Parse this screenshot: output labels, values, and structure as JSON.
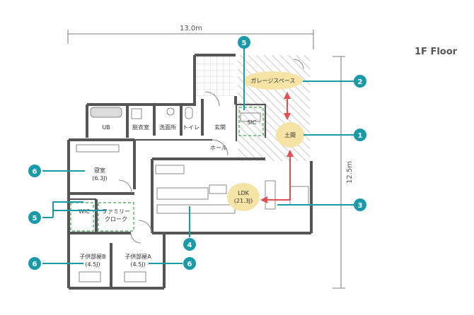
{
  "floor_label": "1F Floor",
  "dimensions": {
    "width": "13.0m",
    "depth": "12.5m"
  },
  "rooms": {
    "ub": "UB",
    "dressing": "脱衣室",
    "washroom": "洗面所",
    "toilet": "トイレ",
    "entrance": "玄関",
    "sic": "SIC",
    "hall": "ホール",
    "garage_space": "ガレージスペース",
    "doma": "土間",
    "ldk_name": "LDK",
    "ldk_size": "(21.3J)",
    "bedroom_name": "寝室",
    "bedroom_size": "(6.3J)",
    "wic": "WIC",
    "family_closet_1": "ファミリー",
    "family_closet_2": "クローク",
    "child_b_name": "子供部屋B",
    "child_b_size": "(4.5J)",
    "child_a_name": "子供部屋A",
    "child_a_size": "(4.5J)"
  },
  "markers": {
    "m5_top": "5",
    "m2": "2",
    "m1": "1",
    "m3": "3",
    "m4": "4",
    "m6_bedroom": "6",
    "m5_left": "5",
    "m6_child_b": "6",
    "m6_child_a": "6"
  },
  "colors": {
    "wall": "#555555",
    "marker": "#1a9aa8",
    "highlight": "#f6e3a6",
    "arrow": "#e05050",
    "dashed": "#3aa655"
  }
}
